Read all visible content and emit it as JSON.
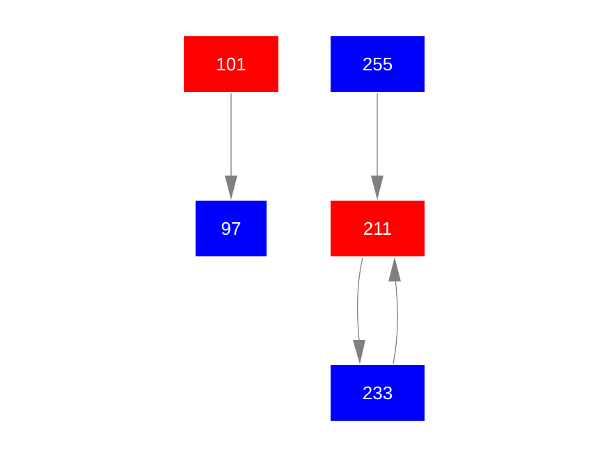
{
  "colors": {
    "red": "#ff0000",
    "blue": "#0000ff",
    "edge": "#808080",
    "text": "#ffffff"
  },
  "nodes": {
    "n101": {
      "label": "101",
      "color": "red"
    },
    "n255": {
      "label": "255",
      "color": "blue"
    },
    "n97": {
      "label": "97",
      "color": "blue"
    },
    "n211": {
      "label": "211",
      "color": "red"
    },
    "n233": {
      "label": "233",
      "color": "blue"
    }
  },
  "edges": [
    {
      "from": "101",
      "to": "97"
    },
    {
      "from": "255",
      "to": "211"
    },
    {
      "from": "211",
      "to": "233"
    },
    {
      "from": "233",
      "to": "211"
    }
  ]
}
